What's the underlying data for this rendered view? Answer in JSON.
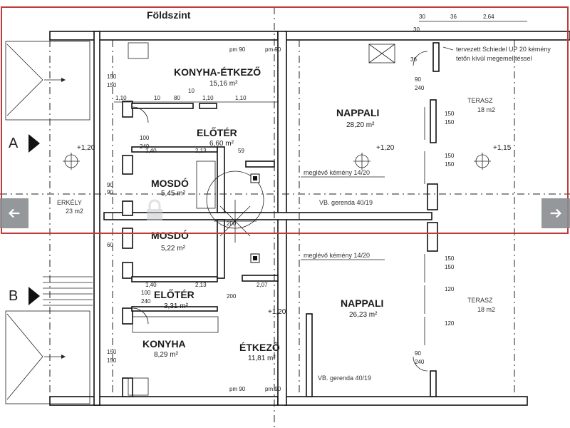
{
  "title": "Földszint",
  "colors": {
    "highlight": "#c0393b",
    "nav_bg": "#8a8d90",
    "ink": "#111111"
  },
  "sections": {
    "a": "A",
    "b": "B"
  },
  "rooms": {
    "konyha_etkezo": {
      "name": "KONYHA-ÉTKEZŐ",
      "area": "15,16 m²"
    },
    "eloter_a": {
      "name": "ELŐTÉR",
      "area": "6,60 m²"
    },
    "mosdo_a": {
      "name": "MOSDÓ",
      "area": "5,45 m²"
    },
    "nappali_a": {
      "name": "NAPPALI",
      "area": "28,20 m²"
    },
    "terasz_a": {
      "name": "TERASZ",
      "area": "18 m2"
    },
    "erkely": {
      "name": "ERKÉLY",
      "area": "23 m2"
    },
    "mosdo_b": {
      "name": "MOSDÓ",
      "area": "5,22 m²"
    },
    "eloter_b": {
      "name": "ELŐTÉR",
      "area": "3,31 m²"
    },
    "konyha_b": {
      "name": "KONYHA",
      "area": "8,29 m²"
    },
    "etkezo_b": {
      "name": "ÉTKEZŐ",
      "area": "11,81 m²"
    },
    "nappali_b": {
      "name": "NAPPALI",
      "area": "26,23 m²"
    },
    "terasz_b": {
      "name": "TERASZ",
      "area": "18 m2"
    }
  },
  "levels": {
    "l120a": "+1,20",
    "l120b": "+1,20",
    "l115": "+1,15",
    "l120c": "+1,20"
  },
  "notes": {
    "chimney_planned_1": "tervezett Schiedel UP 20 kémény",
    "chimney_planned_2": "tetőn kívül megemelítéssel",
    "chimney_existing_a": "meglévő kémény 14/20",
    "chimney_existing_b": "meglévő kémény 14/20",
    "beam_a": "VB. gerenda 40/19",
    "beam_b": "VB. gerenda 40/19"
  },
  "dims": {
    "top_30": "30",
    "top_36": "36",
    "top_264": "2,64",
    "top_30v": "30",
    "top_36v": "36",
    "row_110a": "1,10",
    "row_10a": "10",
    "row_80": "80",
    "row_10b": "10",
    "row_110b": "1,10",
    "row_110c": "1,10",
    "row_140a": "1,40",
    "row_213a": "2,13",
    "row_59": "59",
    "row_140b": "1,40",
    "row_213b": "2,13",
    "row_207": "2,07",
    "pm90_a": "pm 90",
    "pm90_b": "pm 90",
    "pm90_c": "pm 90",
    "pm90_d": "pm 90",
    "d150a": "150",
    "d150b": "150",
    "d150c": "150",
    "d150d": "150",
    "d150e": "150",
    "d150f": "150",
    "d150g": "150",
    "d150h": "150",
    "d90a": "90",
    "d90b": "90",
    "d90c": "90",
    "d90d": "90",
    "d240a": "240",
    "d240b": "240",
    "d100a": "100",
    "d100b": "100",
    "d240c": "240",
    "d240d": "240",
    "d120a": "120",
    "d120b": "120",
    "d150i": "150",
    "d150j": "150",
    "d60": "60",
    "d200": "200",
    "d200b": "200"
  }
}
